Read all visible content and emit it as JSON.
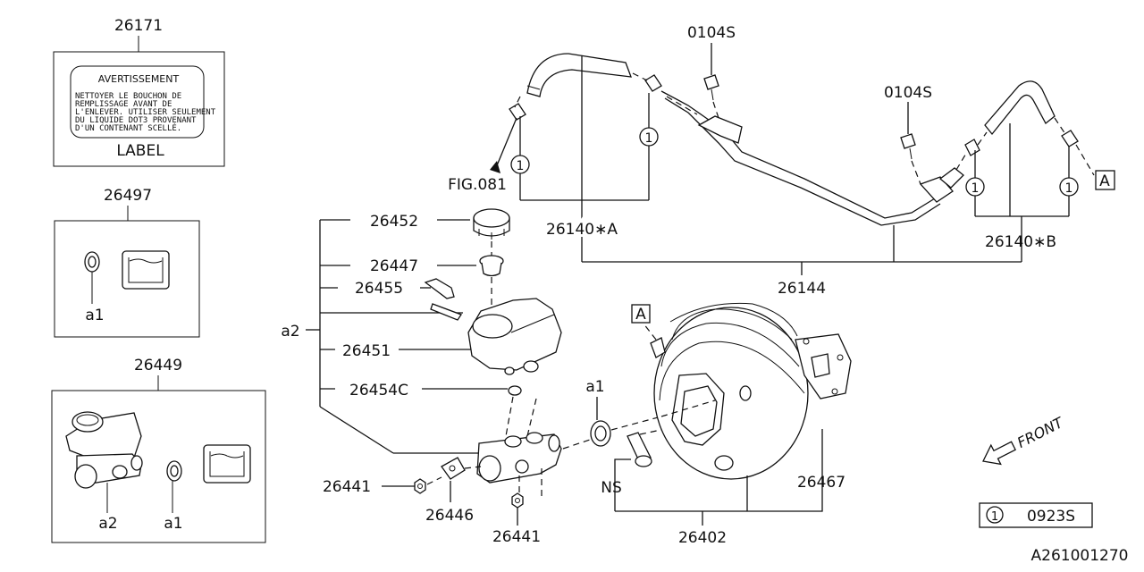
{
  "title_code": "A261001270",
  "label_box": {
    "part_no": "26171",
    "heading": "AVERTISSEMENT",
    "lines": [
      "NETTOYER LE BOUCHON DE",
      "REMPLISSAGE AVANT DE",
      "L'ENLEVER. UTILISER SEULEMENT",
      "DU LIQUIDE DOT3 PROVENANT",
      "D'UN CONTENANT SCELLÉ."
    ],
    "caption": "LABEL"
  },
  "kit_26497": {
    "part_no": "26497",
    "sub": "a1"
  },
  "kit_26449": {
    "part_no": "26449",
    "sub_a2": "a2",
    "sub_a1": "a1"
  },
  "callouts": {
    "p26452": "26452",
    "p26447": "26447",
    "p26455": "26455",
    "p26451": "26451",
    "p26454c": "26454C",
    "p26441_a": "26441",
    "p26441_b": "26441",
    "p26446": "26446",
    "p26402": "26402",
    "p26467": "26467",
    "p26140a": "26140∗A",
    "p26140b": "26140∗B",
    "p26144": "26144",
    "p0104s_a": "0104S",
    "p0104s_b": "0104S",
    "fig081": "FIG.081",
    "a1": "a1",
    "a2": "a2",
    "ns": "NS",
    "ref_a_top": "A",
    "ref_a_booster": "A",
    "front": "FRONT"
  },
  "clamp_marks": {
    "m1": "1",
    "m2": "1",
    "m3": "1",
    "m4": "1"
  },
  "legend": {
    "mark": "1",
    "part_no": "0923S"
  }
}
